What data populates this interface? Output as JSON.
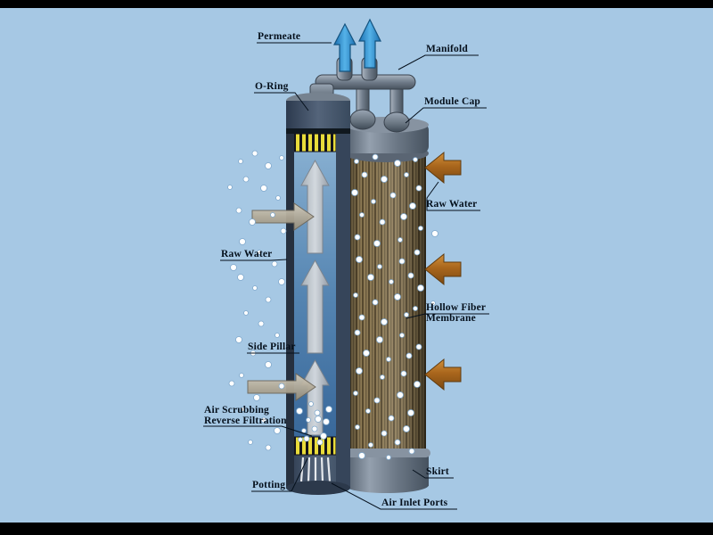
{
  "colors": {
    "background": "#a6c8e4",
    "frame": "#000000",
    "permeate_arrow": "#55b2e8",
    "raw_water_arrow": "#a9661c",
    "module_shell": "#54647a",
    "hollow_fiber": "#8d7a54",
    "potting_band": "#e9dc3a",
    "interior_flow": "#5585b2",
    "label_text": "#05101c"
  },
  "labels": {
    "permeate": "Permeate",
    "manifold": "Manifold",
    "o_ring": "O-Ring",
    "module_cap": "Module Cap",
    "raw_water_right": "Raw Water",
    "raw_water_left": "Raw Water",
    "hollow_fiber_line1": "Hollow Fiber",
    "hollow_fiber_line2": "Membrane",
    "side_pillar": "Side Pillar",
    "air_scrubbing_line1": "Air Scrubbing",
    "air_scrubbing_line2": "Reverse Filtration",
    "potting": "Potting",
    "air_inlet_ports": "Air Inlet Ports",
    "skirt": "Skirt"
  }
}
